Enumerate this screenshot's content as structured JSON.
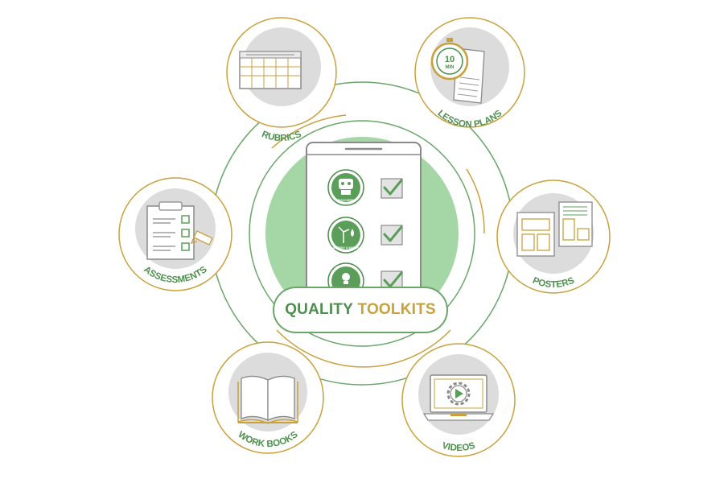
{
  "title": {
    "part1": "QUALITY",
    "part2": "TOOLKITS"
  },
  "tools": [
    {
      "key": "rubrics",
      "label": "RUBRICS"
    },
    {
      "key": "lesson_plans",
      "label": "LESSON PLANS"
    },
    {
      "key": "assessments",
      "label": "ASSESSMENTS"
    },
    {
      "key": "posters",
      "label": "POSTERS"
    },
    {
      "key": "work_books",
      "label": "WORK BOOKS"
    },
    {
      "key": "videos",
      "label": "VIDEOS"
    }
  ],
  "timer": {
    "value": "10",
    "unit": "MIN"
  },
  "phone_badges": [
    {
      "label": "DISCOVERY",
      "icon": "robot-icon"
    },
    {
      "label": "ENERGY & WATER",
      "icon": "wind-turbine-icon"
    },
    {
      "label": "",
      "icon": "lightbulb-icon"
    }
  ],
  "colors": {
    "green": "#4d8f4d",
    "light_green": "#a5d6a5",
    "gold": "#c9a13c",
    "gray": "#dcdcdc"
  }
}
